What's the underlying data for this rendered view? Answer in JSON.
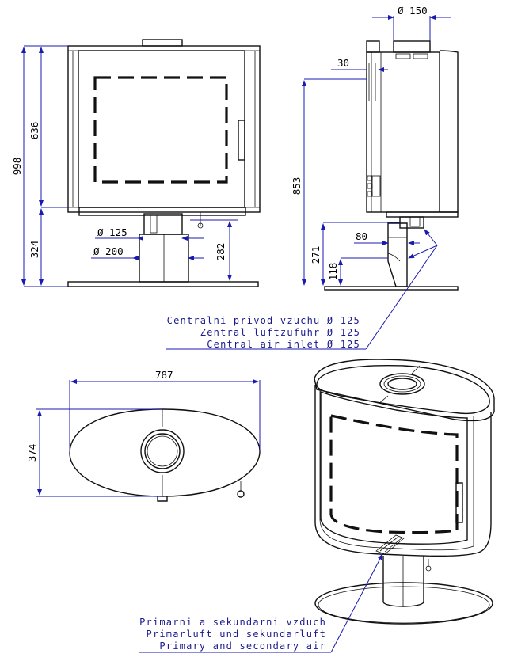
{
  "dimensions": {
    "d998": "998",
    "d636": "636",
    "d324": "324",
    "d125": "Ø 125",
    "d200": "Ø 200",
    "d282": "282",
    "d150": "Ø 150",
    "d30": "30",
    "d853": "853",
    "d80": "80",
    "d271": "271",
    "d118": "118",
    "d787": "787",
    "d374": "374"
  },
  "notes": {
    "air_inlet": [
      "Centralni privod vzuchu Ø 125",
      "Zentral luftzufuhr Ø 125",
      "Central air inlet Ø 125"
    ],
    "primary_air": [
      "Primarni a sekundarni vzduch",
      "Primarluft und sekundarluft",
      "Primary and secondary air"
    ]
  }
}
